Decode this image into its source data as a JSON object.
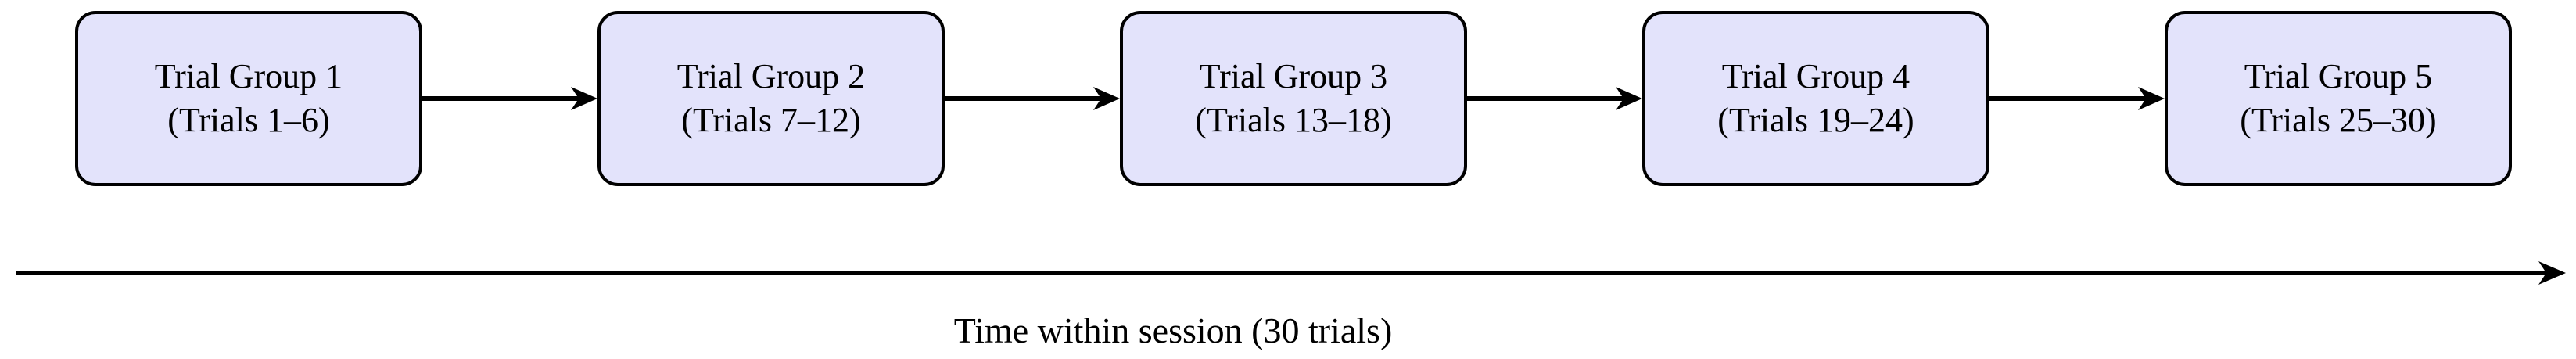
{
  "diagram": {
    "title_hidden": "",
    "boxes": [
      {
        "title": "Trial Group 1",
        "subtitle": "(Trials 1–6)"
      },
      {
        "title": "Trial Group 2",
        "subtitle": "(Trials 7–12)"
      },
      {
        "title": "Trial Group 3",
        "subtitle": "(Trials 13–18)"
      },
      {
        "title": "Trial Group 4",
        "subtitle": "(Trials 19–24)"
      },
      {
        "title": "Trial Group 5",
        "subtitle": "(Trials 25–30)"
      }
    ],
    "flow": {
      "direction": "left-to-right",
      "connections": [
        "Trial Group 1 → Trial Group 2",
        "Trial Group 2 → Trial Group 3",
        "Trial Group 3 → Trial Group 4",
        "Trial Group 4 → Trial Group 5"
      ]
    },
    "timeline": {
      "label": "Time within session (30 trials)"
    },
    "colors": {
      "box_fill": "#e3e3fb",
      "box_border": "#000000",
      "arrow": "#000000",
      "text": "#000000",
      "background": "#ffffff"
    }
  }
}
